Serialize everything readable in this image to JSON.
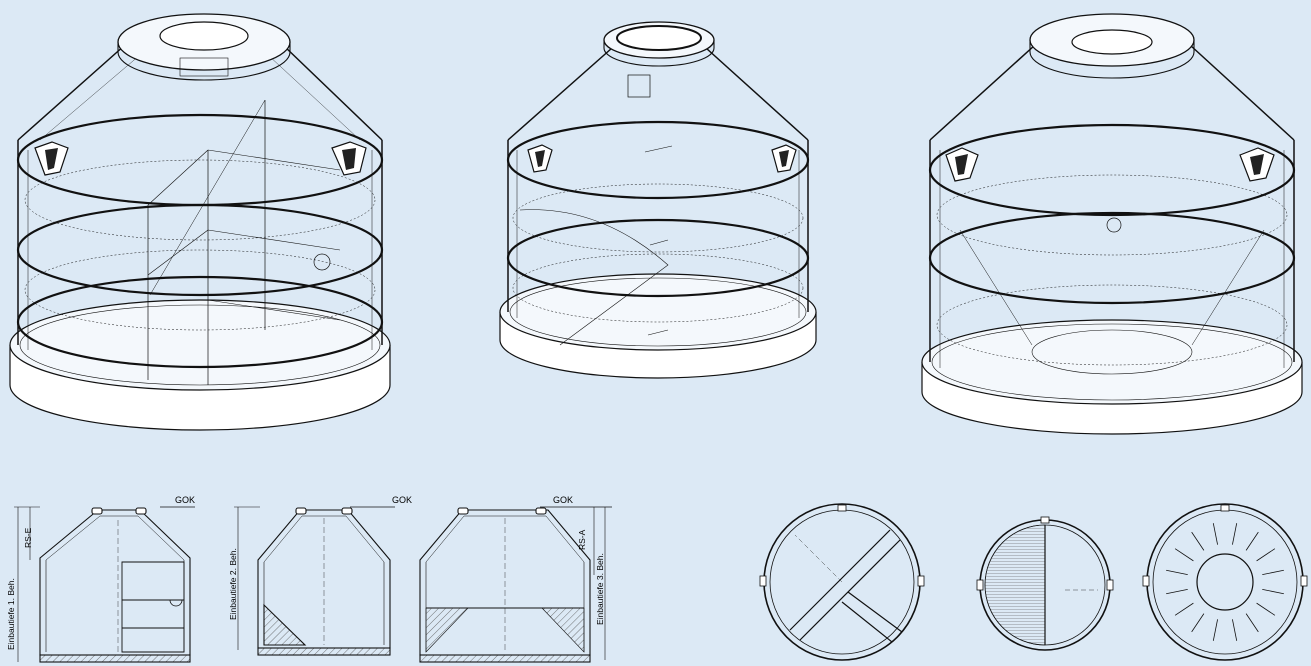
{
  "section_labels": {
    "gok": "GOK",
    "rs_e": "RS-E",
    "rs_a": "RS-A",
    "depth_1": "Einbautiefe 1. Beh.",
    "depth_2": "Einbautiefe 2. Beh.",
    "depth_3": "Einbautiefe 3. Beh."
  },
  "colors": {
    "background": "#dce9f5",
    "line": "#111111",
    "hatch": "#555555"
  }
}
